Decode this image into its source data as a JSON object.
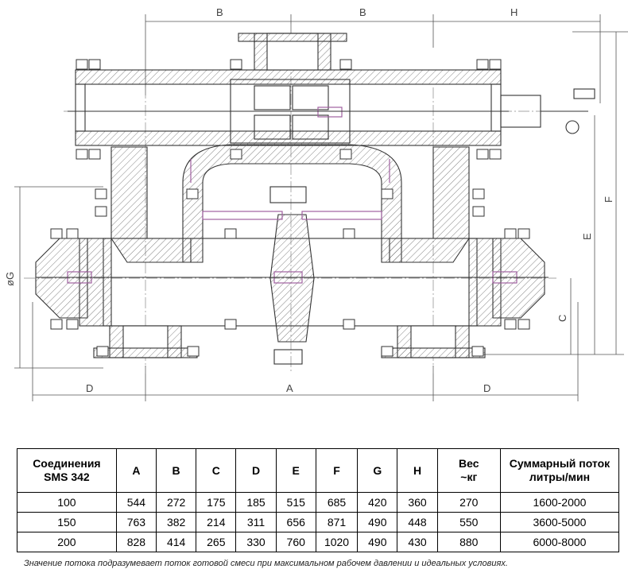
{
  "drawing": {
    "dimension_labels": {
      "top_b1": "B",
      "top_b2": "B",
      "top_h": "H",
      "bottom_d1": "D",
      "bottom_a": "A",
      "bottom_d2": "D",
      "left_g": "øG",
      "right_f": "F",
      "right_e": "E",
      "right_c": "C"
    }
  },
  "table": {
    "headers": [
      "Соединения\nSMS 342",
      "A",
      "B",
      "C",
      "D",
      "E",
      "F",
      "G",
      "H",
      "Вес\n~кг",
      "Суммарный поток\nлитры/мин"
    ],
    "rows": [
      [
        "100",
        "544",
        "272",
        "175",
        "185",
        "515",
        "685",
        "420",
        "360",
        "270",
        "1600-2000"
      ],
      [
        "150",
        "763",
        "382",
        "214",
        "311",
        "656",
        "871",
        "490",
        "448",
        "550",
        "3600-5000"
      ],
      [
        "200",
        "828",
        "414",
        "265",
        "330",
        "760",
        "1020",
        "490",
        "430",
        "880",
        "6000-8000"
      ]
    ]
  },
  "footnote": "Значение потока подразумевает поток готовой смеси при максимальном рабочем давлении и идеальных условиях."
}
